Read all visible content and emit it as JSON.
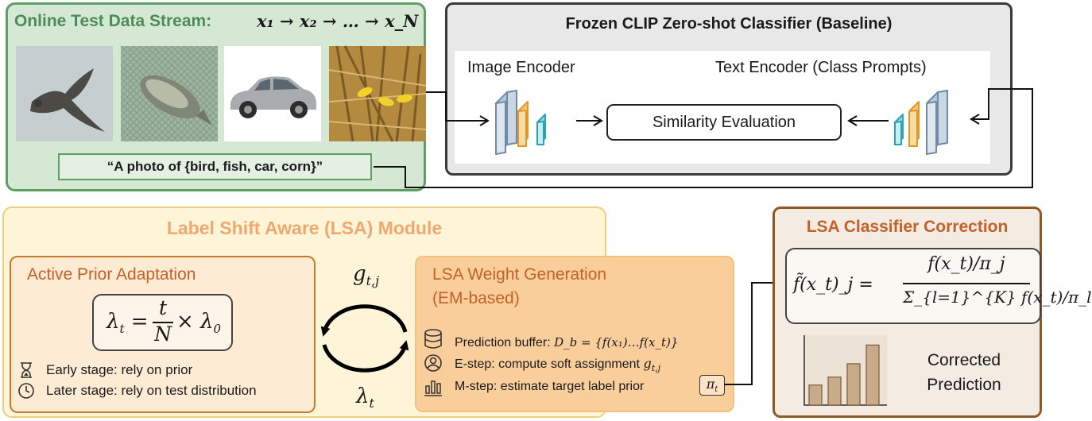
{
  "stream": {
    "title": "Online Test Data Stream:",
    "formula": "x₁ → x₂ → … → x_N",
    "images": [
      "bird",
      "fish",
      "car",
      "corn"
    ],
    "prompt": "“A photo of {bird, fish, car, corn}”"
  },
  "clip": {
    "title": "Frozen CLIP Zero-shot Classifier (Baseline)",
    "image_encoder": "Image Encoder",
    "text_encoder": "Text Encoder (Class Prompts)",
    "similarity": "Similarity Evaluation"
  },
  "lsa": {
    "title": "Label Shift Aware (LSA) Module",
    "loop_top": "g",
    "loop_top_sub": "t,j",
    "loop_bottom": "λ",
    "loop_bottom_sub": "t",
    "apa": {
      "title": "Active Prior Adaptation",
      "formula_lhs": "λ",
      "formula_lhs_sub": "t",
      "formula_num": "t",
      "formula_den": "N",
      "formula_rhs": "× λ",
      "formula_rhs_sub": "0",
      "early": "Early stage: rely on prior",
      "later": "Later stage: rely on test distribution"
    },
    "weight_gen": {
      "title_line1": "LSA Weight Generation",
      "title_line2": "(EM-based)",
      "buffer_label": "Prediction buffer:",
      "buffer_formula": "D_b = {f(x₁)…f(x_t)}",
      "estep_label": "E-step: compute soft assignment",
      "estep_symbol": "g",
      "estep_symbol_sub": "t,j",
      "mstep_label": "M-step: estimate target label prior",
      "mstep_symbol": "π",
      "mstep_symbol_sub": "t"
    }
  },
  "correction": {
    "title": "LSA Classifier Correction",
    "formula_lhs": "f̃(x_t)_j =",
    "formula_num": "f(x_t)/π_j",
    "formula_den": "Σ_{l=1}^{K} f(x_t)/π_l",
    "bars": [
      0.3,
      0.42,
      0.62,
      0.9
    ],
    "label_line1": "Corrected",
    "label_line2": "Prediction"
  },
  "colors": {
    "green_border": "#5e9e62",
    "green_fill": "#d5e8d4",
    "orange_title": "#f0a870",
    "brown_border": "#8e5a24"
  }
}
